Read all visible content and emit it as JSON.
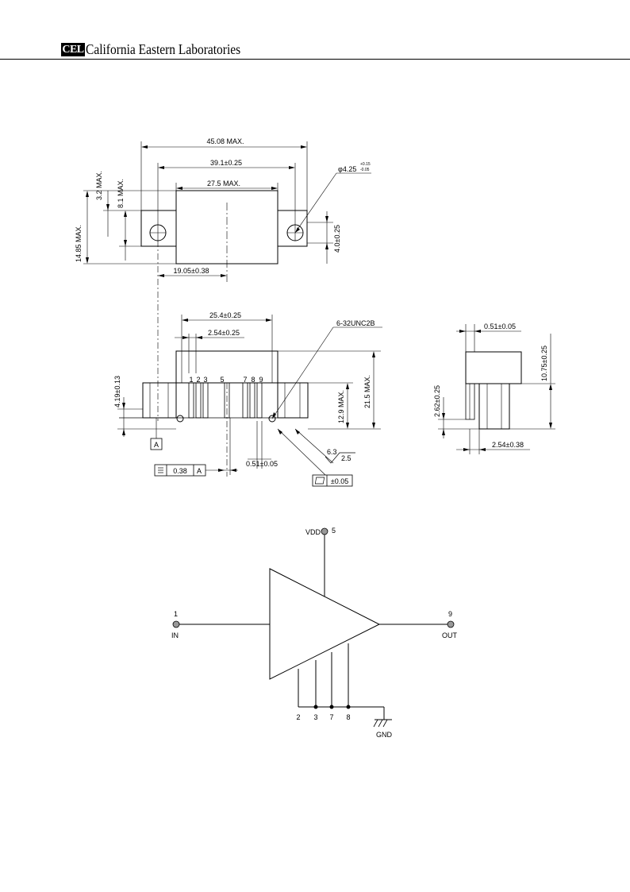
{
  "header": {
    "logo_text": "CEL",
    "company_name": "California Eastern Laboratories"
  },
  "top_view": {
    "overall_length": "45.08 MAX.",
    "hole_spacing": "39.1±0.25",
    "body_length": "27.5 MAX.",
    "hole_dia": "φ4.25",
    "hole_dia_tol_upper": "+0.15",
    "hole_dia_tol_lower": "-0.05",
    "flange_height": "4.0±0.25",
    "height_max": "14.85 MAX.",
    "flange_max": "3.2 MAX.",
    "center_max": "8.1 MAX.",
    "center_offset": "19.05±0.38"
  },
  "front_view": {
    "pin_span": "25.4±0.25",
    "pin_pitch": "2.54±0.25",
    "thread": "6-32UNC2B",
    "pin_numbers": [
      "1",
      "2",
      "3",
      "5",
      "7",
      "8",
      "9"
    ],
    "mount_height": "4.19±0.13",
    "pin_height": "12.9 MAX.",
    "total_height": "21.5 MAX.",
    "pin_width": "0.51±0.05",
    "datum": "A",
    "tolerance_value": "0.38",
    "tolerance_datum": "A",
    "flatness": "±0.05",
    "roughness_top": "6.3",
    "roughness_bottom": "2.5"
  },
  "side_view": {
    "pin_thickness": "0.51±0.05",
    "body_height": "10.75±0.25",
    "lead_offset": "2.62±0.25",
    "pin_spacing": "2.54±0.38"
  },
  "schematic": {
    "vdd_label": "VDD",
    "vdd_pin": "5",
    "in_pin": "1",
    "in_label": "IN",
    "out_pin": "9",
    "out_label": "OUT",
    "gnd_pins": [
      "2",
      "3",
      "7",
      "8"
    ],
    "gnd_label": "GND"
  }
}
